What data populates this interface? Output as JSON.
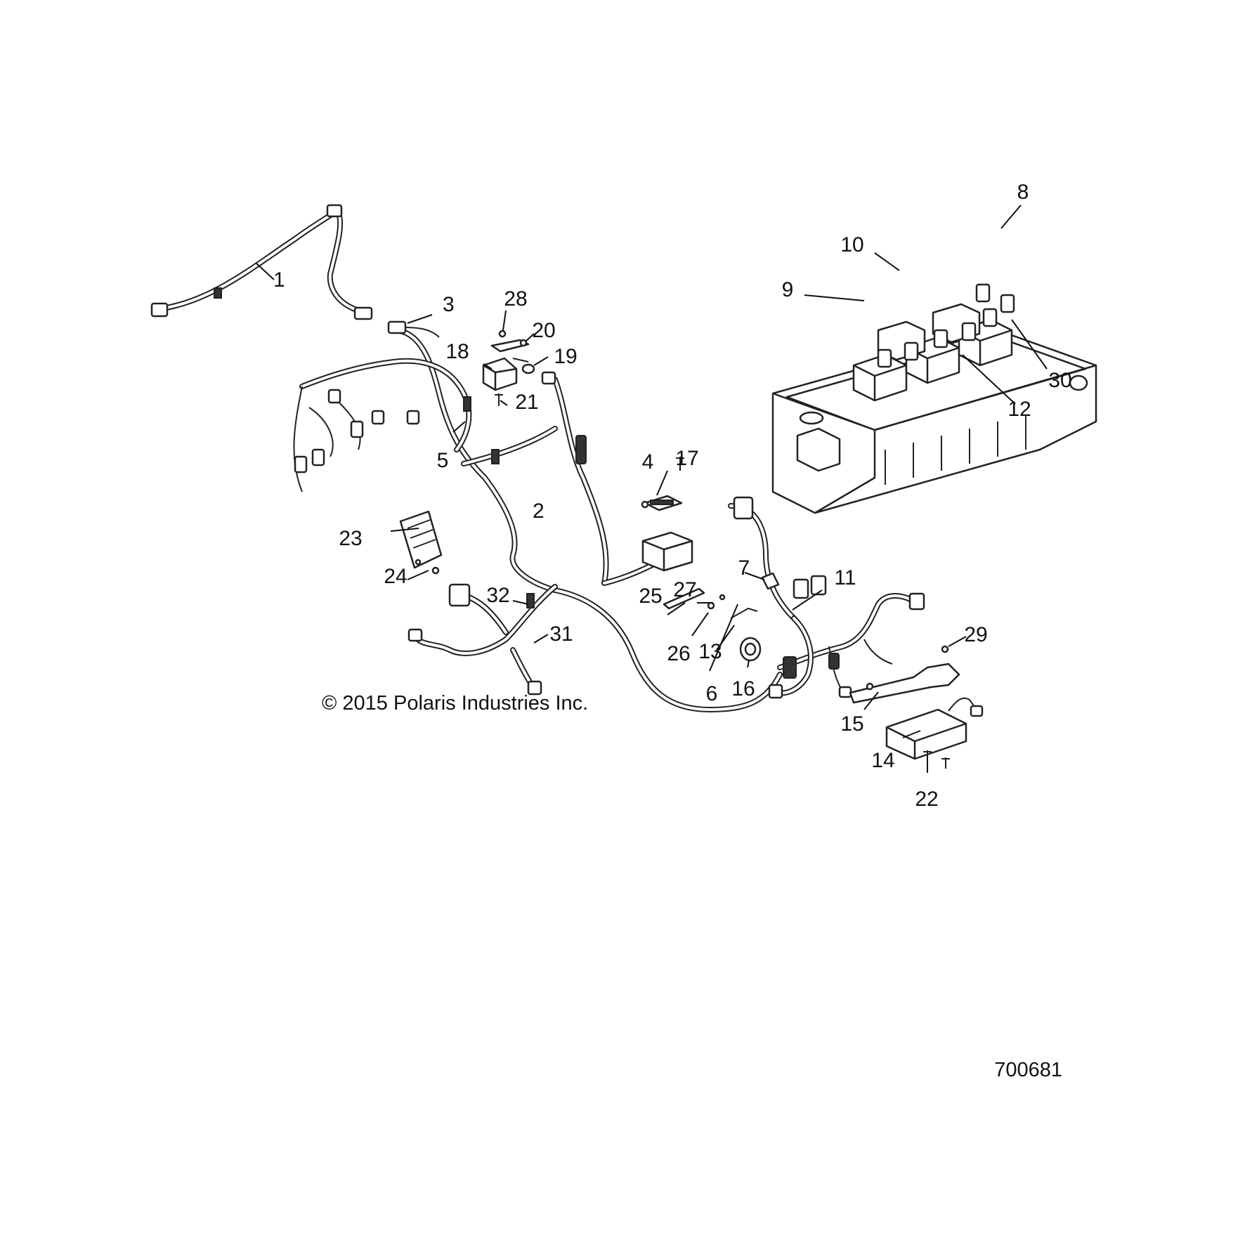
{
  "copyright": "© 2015 Polaris Industries Inc.",
  "figure_id": "700681",
  "callouts": [
    "1",
    "2",
    "3",
    "4",
    "5",
    "6",
    "7",
    "8",
    "9",
    "10",
    "11",
    "12",
    "13",
    "14",
    "15",
    "16",
    "17",
    "18",
    "19",
    "20",
    "21",
    "22",
    "23",
    "24",
    "25",
    "26",
    "27",
    "28",
    "29",
    "30",
    "31",
    "32"
  ]
}
